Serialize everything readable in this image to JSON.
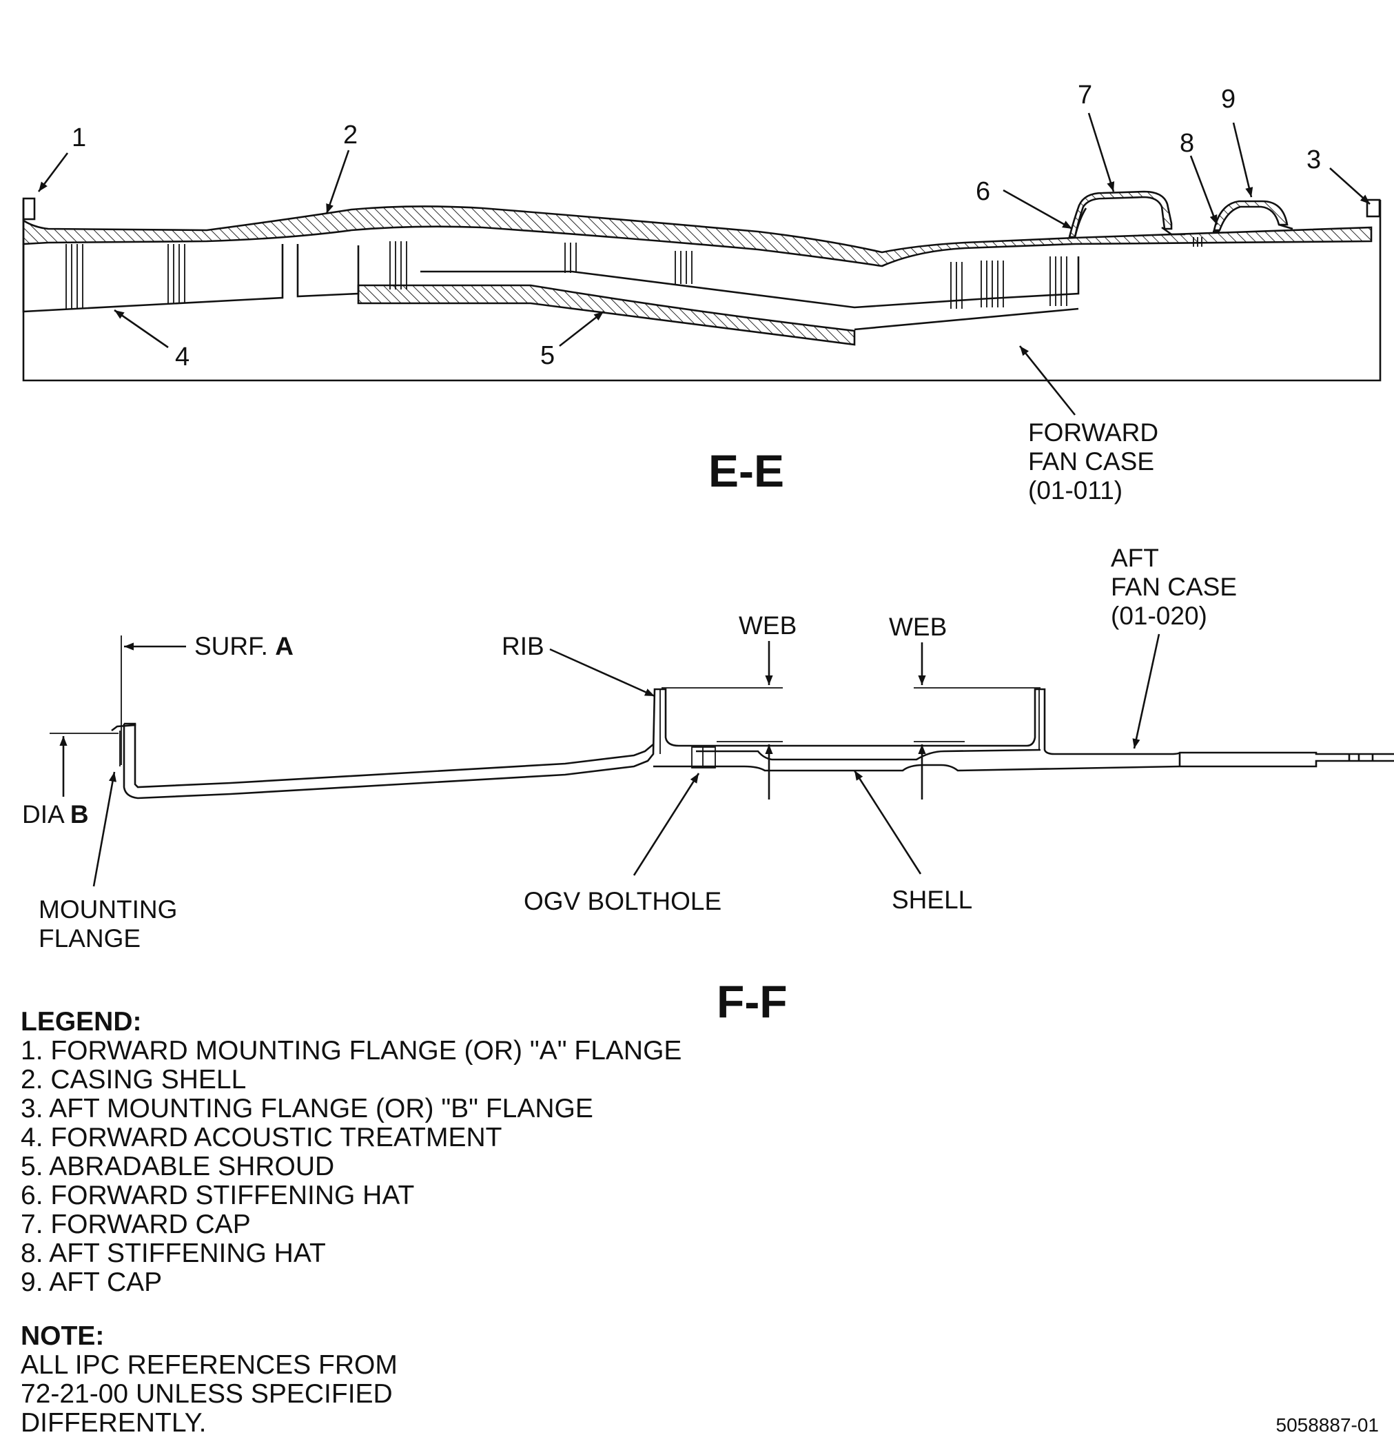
{
  "section_ee": {
    "title": "E-E",
    "callouts": [
      "1",
      "2",
      "3",
      "4",
      "5",
      "6",
      "7",
      "8",
      "9"
    ],
    "forward_fan_case": [
      "FORWARD",
      "FAN CASE",
      "(01-011)"
    ]
  },
  "section_ff": {
    "title": "F-F",
    "surf_prefix": "SURF.",
    "surf_letter": "A",
    "dia_prefix": "DIA",
    "dia_letter": "B",
    "rib": "RIB",
    "web_1": "WEB",
    "web_2": "WEB",
    "aft_fan_case": [
      "AFT",
      "FAN CASE",
      "(01-020)"
    ],
    "mounting_flange": [
      "MOUNTING",
      "FLANGE"
    ],
    "ogv_bolthole": "OGV BOLTHOLE",
    "shell": "SHELL"
  },
  "legend": {
    "heading": "LEGEND:",
    "items": [
      "1. FORWARD MOUNTING FLANGE (OR) \"A\" FLANGE",
      "2. CASING SHELL",
      "3. AFT MOUNTING FLANGE (OR) \"B\" FLANGE",
      "4. FORWARD ACOUSTIC TREATMENT",
      "5. ABRADABLE SHROUD",
      "6. FORWARD STIFFENING HAT",
      "7. FORWARD CAP",
      "8. AFT STIFFENING HAT",
      "9. AFT CAP"
    ]
  },
  "note": {
    "heading": "NOTE:",
    "lines": [
      "ALL IPC REFERENCES FROM",
      "72-21-00 UNLESS SPECIFIED",
      "DIFFERENTLY."
    ]
  },
  "figure_number": "5058887-01"
}
